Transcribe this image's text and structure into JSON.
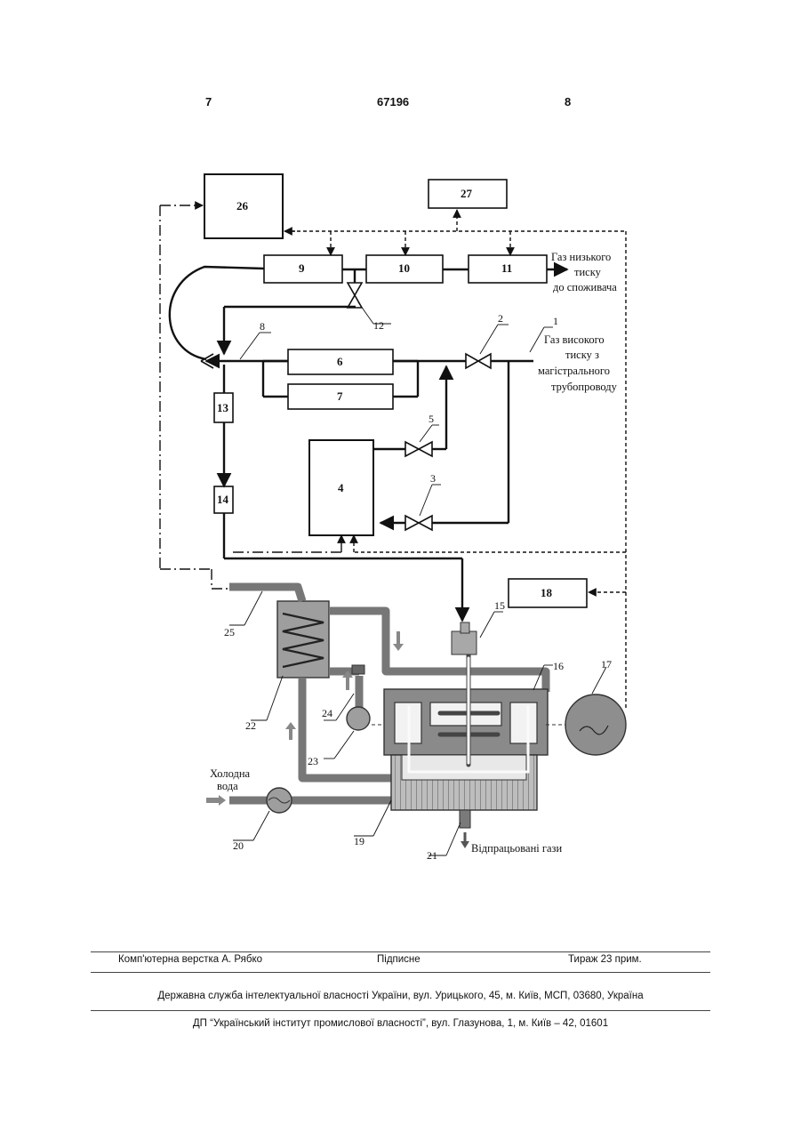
{
  "header": {
    "page_left": "7",
    "patent_number": "67196",
    "page_right": "8"
  },
  "figure": {
    "numbers": [
      "1",
      "2",
      "3",
      "4",
      "5",
      "6",
      "7",
      "8",
      "9",
      "10",
      "11",
      "12",
      "13",
      "14",
      "15",
      "16",
      "17",
      "18",
      "19",
      "20",
      "21",
      "22",
      "23",
      "24",
      "25",
      "26",
      "27"
    ],
    "captions": {
      "low_pressure": [
        "Газ низького",
        "тиску",
        "до споживача"
      ],
      "high_pressure": [
        "Газ високого",
        "тиску з",
        "магістрального",
        "трубопроводу"
      ],
      "cold_water": [
        "Холодна",
        "вода"
      ],
      "exhaust": "Відпрацьовані гази"
    }
  },
  "footer": {
    "credit": "Комп'ютерна верстка А. Рябко",
    "signed": "Підписне",
    "run": "Тираж 23 прим.",
    "office": "Державна служба інтелектуальної власності України, вул. Урицького, 45, м. Київ, МСП, 03680, Україна",
    "institute": "ДП “Український інститут промислової власності”, вул. Глазунова, 1, м. Київ – 42, 01601"
  }
}
